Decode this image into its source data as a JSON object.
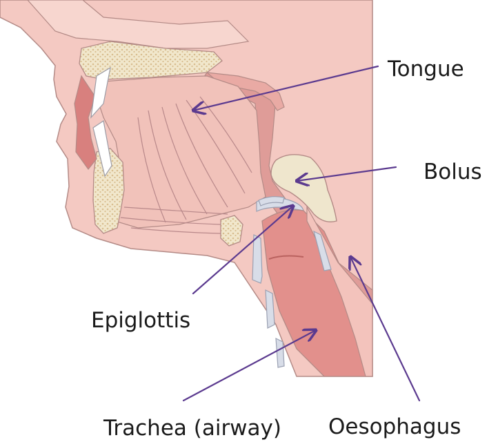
{
  "labels": {
    "tongue": "Tongue",
    "bolus": "Bolus",
    "epiglottis": "Epiglottis",
    "trachea": "Trachea (airway)",
    "oesophagus": "Oesophagus"
  },
  "colors": {
    "arrow": "#5b3a8f",
    "skin": "#f4c9c2",
    "skin_outline": "#b38a86",
    "tissue_dark": "#d98886",
    "bone": "#f1e7cc",
    "bone_dot": "#dcc49a",
    "cartilage": "#d8dde8",
    "background": "#ffffff"
  },
  "icons": {
    "label_arrow": "arrow-icon"
  }
}
